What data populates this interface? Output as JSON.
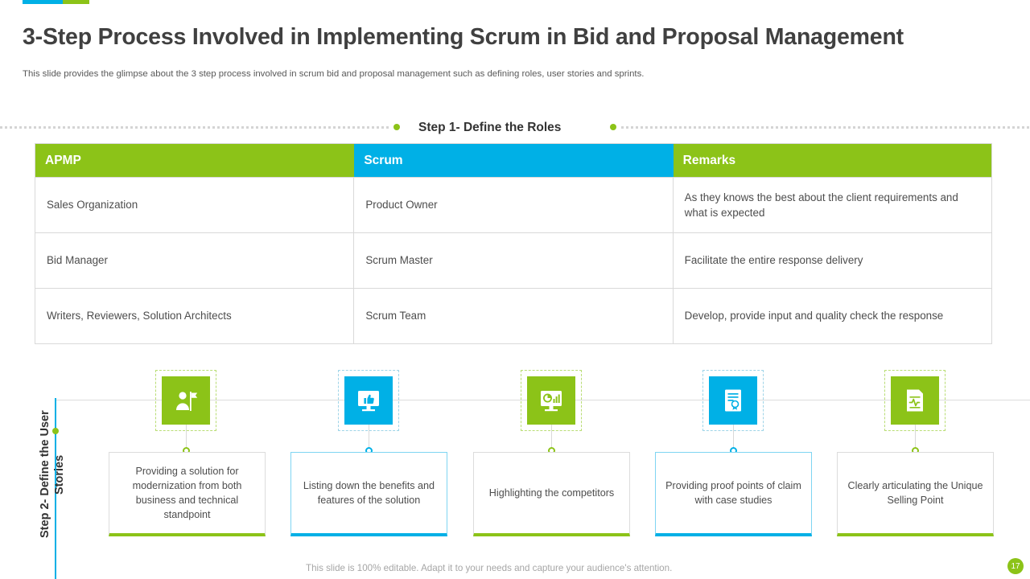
{
  "header": {
    "title": "3-Step Process Involved in Implementing Scrum in Bid and Proposal Management",
    "subtitle": "This slide provides the glimpse about the 3 step process involved in scrum bid and proposal management such as defining roles, user stories and sprints.",
    "accent_blue": "#00b0e6",
    "accent_green": "#8cc318"
  },
  "step1": {
    "label": "Step 1- Define the Roles",
    "table": {
      "columns": [
        "APMP",
        "Scrum",
        "Remarks"
      ],
      "rows": [
        [
          "Sales Organization",
          "Product Owner",
          "As they knows the best about the client requirements and what is expected"
        ],
        [
          "Bid Manager",
          "Scrum Master",
          "Facilitate the entire response delivery"
        ],
        [
          "Writers, Reviewers, Solution Architects",
          "Scrum Team",
          "Develop, provide input and quality check the response"
        ]
      ]
    }
  },
  "step2": {
    "label": "Step 2- Define the User Stories",
    "cards": [
      {
        "icon": "presenter-person-icon",
        "color": "#8cc318",
        "text": "Providing a solution for modernization from both business and technical standpoint"
      },
      {
        "icon": "thumbs-up-monitor-icon",
        "color": "#00b0e6",
        "text": "Listing down the benefits and features of the solution"
      },
      {
        "icon": "monitor-chart-icon",
        "color": "#8cc318",
        "text": "Highlighting the competitors"
      },
      {
        "icon": "certificate-document-icon",
        "color": "#00b0e6",
        "text": "Providing proof points of claim with case studies"
      },
      {
        "icon": "document-pulse-icon",
        "color": "#8cc318",
        "text": "Clearly articulating the Unique Selling Point"
      }
    ]
  },
  "footer": {
    "note": "This slide is 100% editable. Adapt it to your needs and capture your audience's attention.",
    "page_number": "17"
  }
}
